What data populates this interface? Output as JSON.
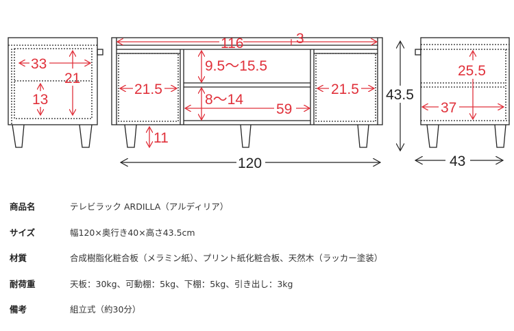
{
  "colors": {
    "dimension_red": "#e0303a",
    "line": "#222222"
  },
  "diagram": {
    "left_side_view": {
      "width_inner": "33",
      "height_inner": "21",
      "drawer_height": "13"
    },
    "front_view": {
      "top_inner_width": "116",
      "top_thickness": "3",
      "left_cabinet_width": "21.5",
      "right_cabinet_width": "21.5",
      "upper_shelf_height": "9.5〜15.5",
      "lower_shelf_height": "8〜14",
      "center_width": "59",
      "leg_height": "11",
      "total_width": "120",
      "total_height": "43.5"
    },
    "right_side_view": {
      "inner_height": "25.5",
      "inner_depth": "37",
      "total_depth": "43"
    }
  },
  "specs": [
    {
      "label": "商品名",
      "value": "テレビラック ARDILLA（アルディリア）"
    },
    {
      "label": "サイズ",
      "value": "幅120×奥行き40×高さ43.5cm"
    },
    {
      "label": "材質",
      "value": "合成樹脂化粧合板（メラミン紙）、プリント紙化粧合板、天然木（ラッカー塗装）"
    },
    {
      "label": "耐荷重",
      "value": "天板：30kg、可動棚：5kg、下棚：5kg、引き出し：3kg"
    },
    {
      "label": "備考",
      "value": "組立式（約30分）"
    }
  ]
}
